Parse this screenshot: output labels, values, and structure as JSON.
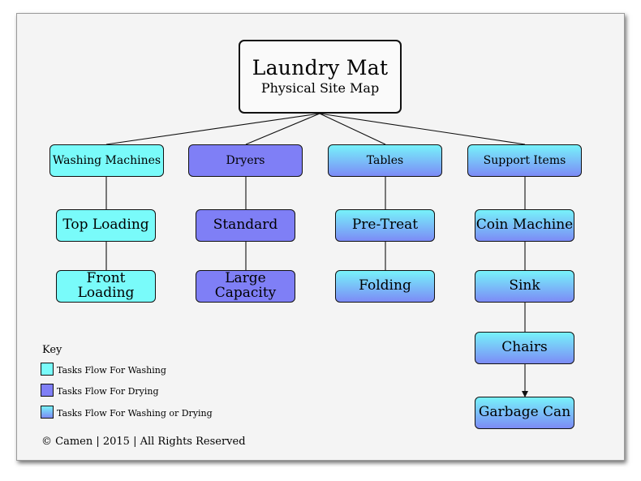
{
  "title": {
    "main": "Laundry Mat",
    "subtitle": "Physical Site Map"
  },
  "categories": [
    {
      "label": "Washing Machines",
      "type": "wash"
    },
    {
      "label": "Dryers",
      "type": "dry"
    },
    {
      "label": "Tables",
      "type": "both"
    },
    {
      "label": "Support Items",
      "type": "both"
    }
  ],
  "items": {
    "washing": [
      "Top Loading",
      "Front Loading"
    ],
    "dryers": [
      "Standard",
      "Large Capacity"
    ],
    "tables": [
      "Pre-Treat",
      "Folding"
    ],
    "support": [
      "Coin Machine",
      "Sink",
      "Chairs",
      "Garbage Can"
    ]
  },
  "key": {
    "label": "Key",
    "entries": [
      {
        "label": "Tasks Flow For Washing",
        "color": "#79fbfa"
      },
      {
        "label": "Tasks Flow For Drying",
        "color": "#7f7ff6"
      },
      {
        "label": "Tasks Flow For Washing or Drying",
        "color": "gradient #77f2fa-#7c8bf6"
      }
    ]
  },
  "copyright": "©  Camen | 2015 | All Rights Reserved"
}
